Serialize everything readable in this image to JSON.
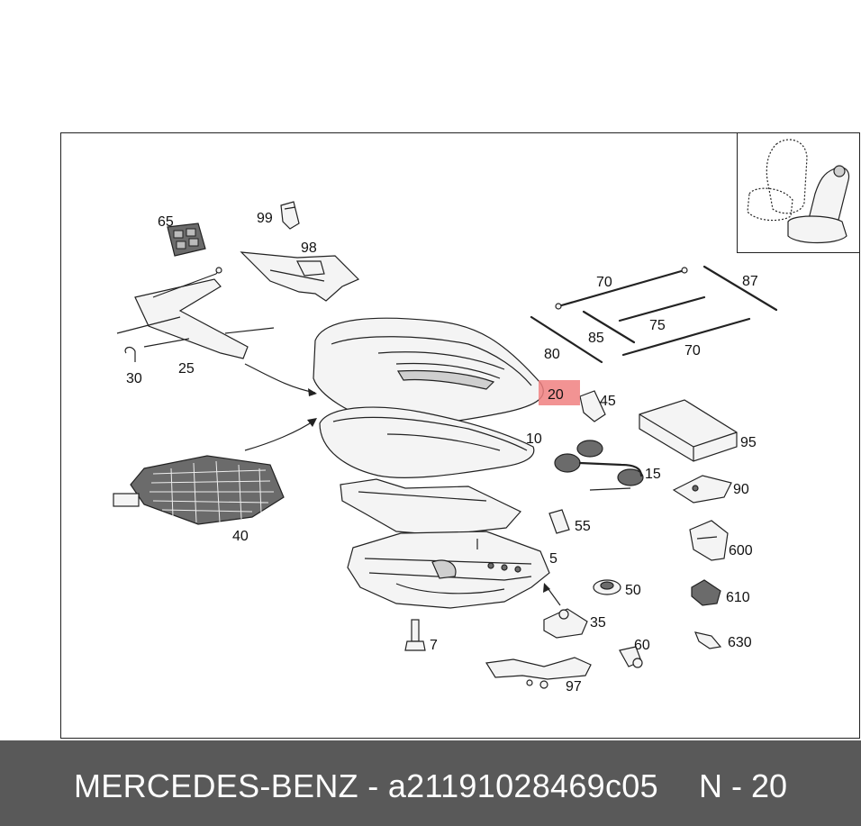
{
  "labels": {
    "p65": "65",
    "p99": "99",
    "p98": "98",
    "p25": "25",
    "p30": "30",
    "p70a": "70",
    "p87": "87",
    "p75": "75",
    "p85": "85",
    "p80": "80",
    "p70b": "70",
    "p20": "20",
    "p45": "45",
    "p10": "10",
    "p95": "95",
    "p15": "15",
    "p40": "40",
    "p90": "90",
    "p55": "55",
    "p5": "5",
    "p600": "600",
    "p50": "50",
    "p610": "610",
    "p35": "35",
    "p7": "7",
    "p60": "60",
    "p630": "630",
    "p97": "97"
  },
  "highlight": {
    "label": "20",
    "color": "#f08080"
  },
  "footer": {
    "brand_text": "MERCEDES-BENZ - a21191028469c05",
    "page_ref": "N - 20",
    "background": "#595959"
  }
}
